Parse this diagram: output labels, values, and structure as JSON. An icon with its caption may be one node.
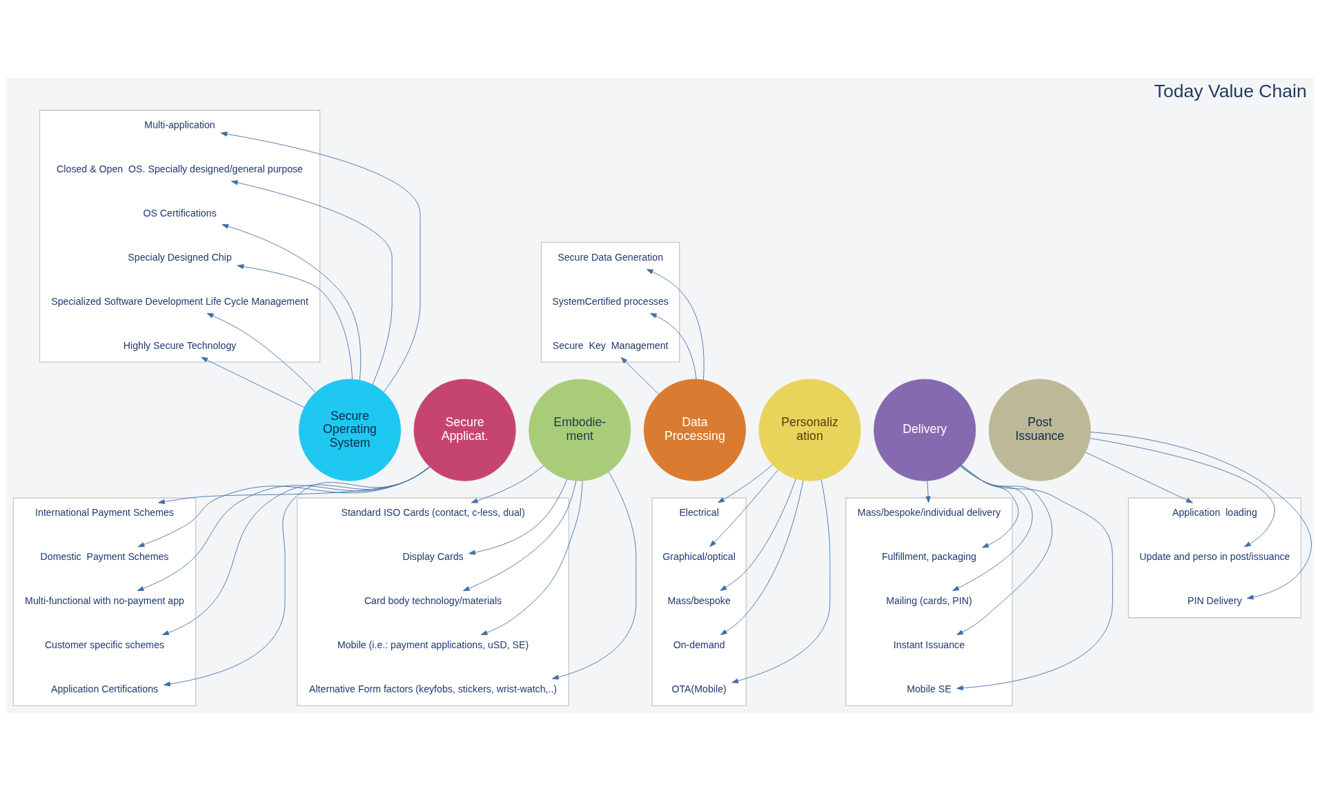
{
  "diagram": {
    "title": "Today Value Chain",
    "nodes": [
      {
        "text": [
          "Secure Operating System"
        ]
      },
      {
        "text": [
          "Secure Applicat."
        ]
      },
      {
        "text": [
          "Embodie- ment"
        ]
      },
      {
        "text": [
          "Data Processing"
        ]
      },
      {
        "text": [
          "Personaliz ation"
        ]
      },
      {
        "text": [
          "Delivery"
        ]
      },
      {
        "text": [
          "Post Issuance"
        ]
      },
      {
        "text": [],
        "shape": "box"
      },
      {
        "text": [
          "Highly Secure Technology"
        ],
        "in": 7
      },
      {
        "text": [
          "Specialized Software Development Life Cycle Management"
        ],
        "in": 7
      },
      {
        "text": [
          "Specialy Designed Chip"
        ],
        "in": 7
      },
      {
        "text": [
          "OS Certifications"
        ],
        "in": 7
      },
      {
        "text": [
          "Closed & Open  OS. Specially designed/general purpose"
        ],
        "in": 7
      },
      {
        "text": [
          "Multi-application"
        ],
        "in": 7
      },
      {
        "text": [],
        "shape": "box"
      },
      {
        "text": [
          "Secure  Key  Management"
        ],
        "in": 14
      },
      {
        "text": [
          "SystemCertified processes"
        ],
        "in": 14
      },
      {
        "text": [
          "Secure Data Generation"
        ],
        "in": 14
      },
      {
        "text": [],
        "shape": "box"
      },
      {
        "text": [
          "Standard ISO Cards (contact, c-less, dual)"
        ],
        "in": 18
      },
      {
        "text": [
          "Display Cards"
        ],
        "in": 18
      },
      {
        "text": [
          "Card body technology/materials"
        ],
        "in": 18
      },
      {
        "text": [
          "Mobile (i.e.: payment applications, uSD, SE)"
        ],
        "in": 18
      },
      {
        "text": [
          "Alternative Form factors (keyfobs, stickers, wrist-watch,..)"
        ],
        "in": 18
      },
      {
        "text": [],
        "shape": "box"
      },
      {
        "text": [
          "Electrical"
        ],
        "in": 24
      },
      {
        "text": [
          "Graphical/optical"
        ],
        "in": 24
      },
      {
        "text": [
          "Mass/bespoke"
        ],
        "in": 24
      },
      {
        "text": [
          "On-demand"
        ],
        "in": 24
      },
      {
        "text": [
          "OTA(Mobile)"
        ],
        "in": 24
      },
      {
        "text": [],
        "shape": "box"
      },
      {
        "text": [
          "Application  loading"
        ],
        "in": 30
      },
      {
        "text": [
          "Update and perso in post/issuance"
        ],
        "in": 30
      },
      {
        "text": [
          "PIN Delivery"
        ],
        "in": 30
      },
      {
        "text": [],
        "shape": "box"
      },
      {
        "text": [
          "International Payment Schemes"
        ],
        "in": 34
      },
      {
        "text": [
          "Domestic  Payment Schemes"
        ],
        "in": 34
      },
      {
        "text": [
          "Multi-functional with no-payment app"
        ],
        "in": 34
      },
      {
        "text": [
          "Customer specific schemes"
        ],
        "in": 34
      },
      {
        "text": [
          "Application Certifications"
        ],
        "in": 34
      },
      {
        "text": [],
        "shape": "box"
      },
      {
        "text": [
          "Mass/bespoke/individual delivery"
        ],
        "in": 40
      },
      {
        "text": [
          "Fulfillment, packaging"
        ],
        "in": 40
      },
      {
        "text": [
          "Mailing (cards, PIN)"
        ],
        "in": 40
      },
      {
        "text": [
          "Instant Issuance"
        ],
        "in": 40
      },
      {
        "text": [
          "Mobile SE"
        ],
        "in": 40
      }
    ],
    "edges": [
      {
        "from": 0,
        "to": 8,
        "arrow": "to"
      },
      {
        "from": 0,
        "to": 9,
        "arrow": "to"
      },
      {
        "from": 0,
        "to": 10,
        "arrow": "to"
      },
      {
        "from": 0,
        "to": 11,
        "arrow": "to"
      },
      {
        "from": 0,
        "to": 12,
        "arrow": "to"
      },
      {
        "from": 0,
        "to": 13,
        "arrow": "to"
      },
      {
        "from": 3,
        "to": 15,
        "arrow": "to"
      },
      {
        "from": 3,
        "to": 16,
        "arrow": "to"
      },
      {
        "from": 3,
        "to": 17,
        "arrow": "to"
      },
      {
        "from": 2,
        "to": 19,
        "arrow": "to"
      },
      {
        "from": 2,
        "to": 20,
        "arrow": "to"
      },
      {
        "from": 2,
        "to": 21,
        "arrow": "to"
      },
      {
        "from": 2,
        "to": 22,
        "arrow": "to"
      },
      {
        "from": 2,
        "to": 23,
        "arrow": "to"
      },
      {
        "from": 4,
        "to": 25,
        "arrow": "to"
      },
      {
        "from": 4,
        "to": 26,
        "arrow": "to"
      },
      {
        "from": 4,
        "to": 27,
        "arrow": "to"
      },
      {
        "from": 4,
        "to": 28,
        "arrow": "to"
      },
      {
        "from": 4,
        "to": 29,
        "arrow": "to"
      },
      {
        "from": 6,
        "to": 31,
        "arrow": "to"
      },
      {
        "from": 6,
        "to": 32,
        "arrow": "to"
      },
      {
        "from": 6,
        "to": 33,
        "arrow": "to"
      },
      {
        "from": 1,
        "to": 35,
        "arrow": "to"
      },
      {
        "from": 1,
        "to": 36,
        "arrow": "to"
      },
      {
        "from": 1,
        "to": 37,
        "arrow": "to"
      },
      {
        "from": 1,
        "to": 38,
        "arrow": "to"
      },
      {
        "from": 1,
        "to": 39,
        "arrow": "to"
      },
      {
        "from": 5,
        "to": 41,
        "arrow": "to"
      },
      {
        "from": 5,
        "to": 42,
        "arrow": "to"
      },
      {
        "from": 5,
        "to": 43,
        "arrow": "to"
      },
      {
        "from": 5,
        "to": 44,
        "arrow": "to"
      },
      {
        "from": 5,
        "to": 45,
        "arrow": "to"
      }
    ]
  }
}
